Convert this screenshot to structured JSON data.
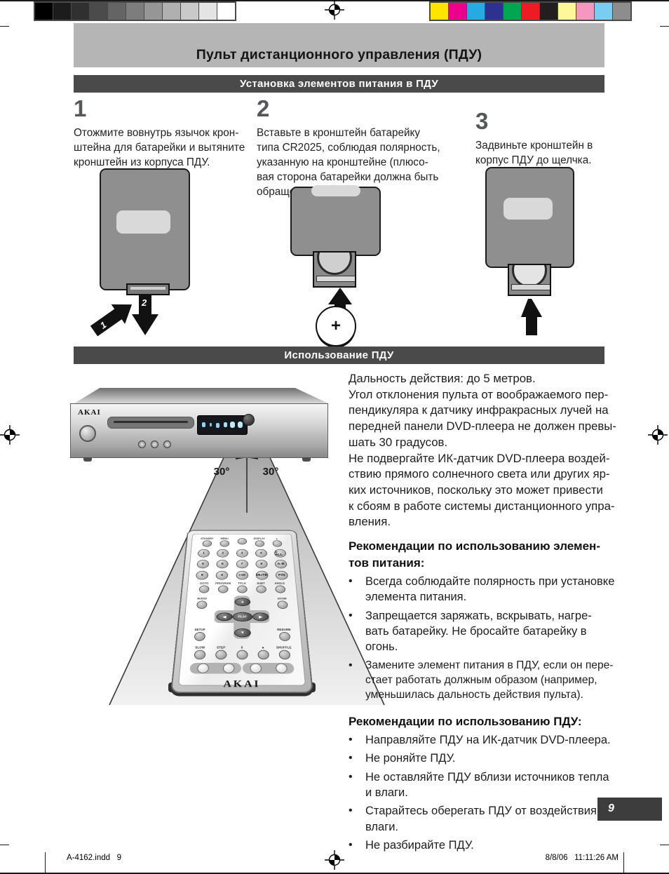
{
  "header": {
    "title": "Пульт дистанционного управления (ПДУ)"
  },
  "calibration": {
    "grayscale": [
      "#000000",
      "#1c1c1c",
      "#303030",
      "#4b4b4b",
      "#646464",
      "#7d7d7d",
      "#969696",
      "#b0b0b0",
      "#c9c9c9",
      "#e4e4e4",
      "#ffffff"
    ],
    "colors": [
      "#ffe400",
      "#ec008c",
      "#27aae1",
      "#2e3192",
      "#00a651",
      "#ed1c24",
      "#231f20",
      "#fff799",
      "#f498c0",
      "#7accf0",
      "#8d8d8d"
    ]
  },
  "install": {
    "bar_title": "Установка элементов питания в ПДУ",
    "steps": [
      {
        "number": "1",
        "text": "Отожмите  вовнутрь язычок крон-\nштейна для батарейки и вытяните\nкронштейн из корпуса ПДУ."
      },
      {
        "number": "2",
        "text": "Вставьте в кронштейн батарейку\nтипа CR2025, соблюдая полярность,\nуказанную на кронштейне (плюсо-\nвая сторона батарейки должна быть\nобращена вверх)."
      },
      {
        "number": "3",
        "text": "Задвиньте кронштейн в\nкорпус ПДУ до щелчка."
      }
    ],
    "badge1": "1",
    "badge2": "2",
    "battery_plus": "+"
  },
  "usage": {
    "bar_title": "Использование ПДУ",
    "player_brand": "AKAI",
    "angle_left": "30°",
    "angle_right": "30°",
    "intro": "Дальность действия: до 5 метров.\nУгол отклонения пульта от воображаемого пер-\nпендикуляра к датчику инфракрасных лучей на\nпередней панели DVD-плеера не должен превы-\nшать 30 градусов.\nНе подвергайте ИК-датчик DVD-плеера воздей-\nствию прямого солнечного света или других яр-\nких источников, поскольку это может привести\nк сбоям в работе системы дистанционного упра-\nвления.",
    "battery_rec_title": "Рекомендации по использованию элемен-\nтов питания:",
    "battery_rec_items": [
      "Всегда соблюдайте полярность при установке\nэлемента питания.",
      "Запрещается заряжать, вскрывать, нагре-\nвать батарейку. Не бросайте батарейку в\nогонь.",
      "Замените элемент питания в ПДУ, если он пере-\nстает работать должным образом (например,\nуменьшилась дальность действия пульта)."
    ],
    "remote_rec_title": "Рекомендации по использованию ПДУ:",
    "remote_rec_items": [
      "Направляйте ПДУ на ИК-датчик DVD-плеера.",
      "Не роняйте ПДУ.",
      "Не оставляйте ПДУ вблизи источников тепла\nи влаги.",
      "Старайтесь  оберегать  ПДУ  от  воздействия\nвлаги.",
      "Не разбирайте ПДУ."
    ],
    "bullet": "•"
  },
  "remote": {
    "brand": "AKAI",
    "rows": {
      "r1": [
        "STANDBY",
        "MENU",
        "",
        "DISPLAY",
        "▲"
      ],
      "r2": [
        "1",
        "2",
        "3",
        "4",
        "1-ALL"
      ],
      "r3": [
        "5",
        "6",
        "7",
        "8",
        "A-B"
      ],
      "r4": [
        "9",
        "0",
        "+10",
        "MUTE",
        "P/N"
      ],
      "r5": [
        "GOTO",
        "PROGRAM",
        "TITLE",
        "SUBT",
        "ANGLE"
      ],
      "left_mid": [
        "AUDIO",
        "SETUP"
      ],
      "right_mid": [
        "ZOOM",
        "RESUME"
      ],
      "r8": [
        "SLOW",
        "STEP",
        "II",
        "■",
        "SHUFFLE"
      ]
    },
    "cross": {
      "up": "▲",
      "down": "▼",
      "left": "◀",
      "right": "▶",
      "center": "PLAY"
    }
  },
  "footer": {
    "page_number": "9",
    "left": "A-4162.indd   9",
    "right": "8/8/06   11:11:26 AM"
  }
}
